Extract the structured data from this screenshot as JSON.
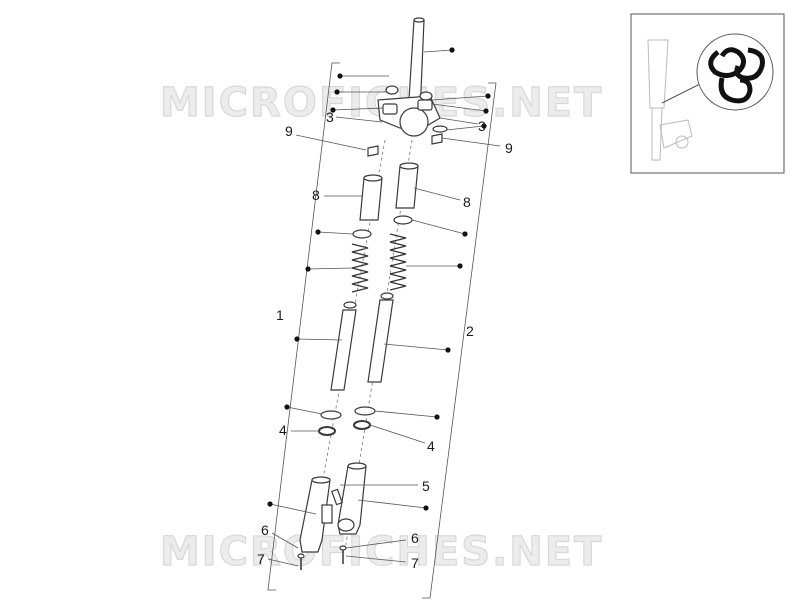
{
  "watermark": "MICROFICHES.NET",
  "labels": {
    "part_1": "1",
    "part_2": "2",
    "part_3_left": "3",
    "part_3_right": "3",
    "part_4_left": "4",
    "part_4_right": "4",
    "part_5": "5",
    "part_6_left": "6",
    "part_6_right": "6",
    "part_7_left": "7",
    "part_7_right": "7",
    "part_8_left": "8",
    "part_8_right": "8",
    "part_9_left": "9",
    "part_9_right": "9"
  },
  "icons": {
    "inset_thumbnail": "scooter-front-fork-location",
    "brand_logo": "triple-knot-logo"
  }
}
